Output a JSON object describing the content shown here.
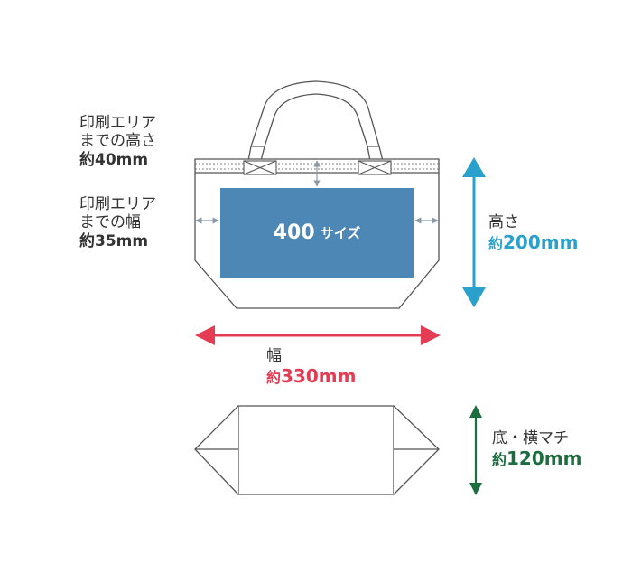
{
  "print_area": {
    "size_label_number": "400",
    "size_label_suffix": "サイズ",
    "color": "#4d87b6"
  },
  "margin_top": {
    "line1": "印刷エリア",
    "line2": "までの高さ",
    "value": "約40mm"
  },
  "margin_side": {
    "line1": "印刷エリア",
    "line2": "までの幅",
    "value": "約35mm"
  },
  "height_dim": {
    "label": "高さ",
    "prefix": "約",
    "value": "200mm",
    "color": "#2aa1cd"
  },
  "width_dim": {
    "label": "幅",
    "prefix": "約",
    "value": "330mm",
    "color": "#e33c53"
  },
  "gusset_dim": {
    "label": "底・横マチ",
    "prefix": "約",
    "value": "120mm",
    "color": "#1d6e3f"
  },
  "colors": {
    "outline": "#555555",
    "guide": "#8a9aa8"
  }
}
